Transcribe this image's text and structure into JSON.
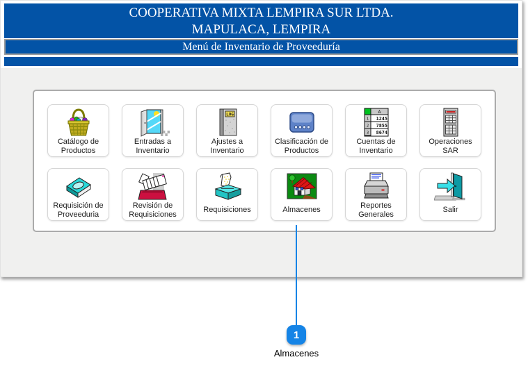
{
  "header": {
    "title_line1": "COOPERATIVA MIXTA LEMPIRA SUR LTDA.",
    "title_line2": "MAPULACA, LEMPIRA",
    "menu_title": "Menú de Inventario de Proveeduría"
  },
  "colors": {
    "header_blue": "#0353a6",
    "annotation_blue": "#1584e6",
    "client_bg": "#f0f0ef"
  },
  "buttons": [
    {
      "label": "Catálogo de Productos",
      "icon": "basket-icon"
    },
    {
      "label": "Entradas a Inventario",
      "icon": "open-door-icon"
    },
    {
      "label": "Ajustes a Inventario",
      "icon": "log-book-icon"
    },
    {
      "label": "Clasificación de Productos",
      "icon": "blue-button-icon"
    },
    {
      "label": "Cuentas de Inventario",
      "icon": "spreadsheet-icon"
    },
    {
      "label": "Operaciones SAR",
      "icon": "calculator-icon"
    },
    {
      "label": "Requisición de Proveeduria",
      "icon": "teal-book-icon"
    },
    {
      "label": "Revisión de Requisiciones",
      "icon": "card-file-icon"
    },
    {
      "label": "Requisiciones",
      "icon": "receipt-printer-icon"
    },
    {
      "label": "Almacenes",
      "icon": "house-icon"
    },
    {
      "label": "Reportes Generales",
      "icon": "printer-icon"
    },
    {
      "label": "Salir",
      "icon": "exit-door-icon"
    }
  ],
  "icon_texts": {
    "log_label": "LOG",
    "sheet_header": "A",
    "sheet_row_nums": [
      "1",
      "2",
      "3"
    ],
    "sheet_values": [
      "1245",
      "7855",
      "8674"
    ]
  },
  "annotation": {
    "number": "1",
    "label": "Almacenes"
  }
}
